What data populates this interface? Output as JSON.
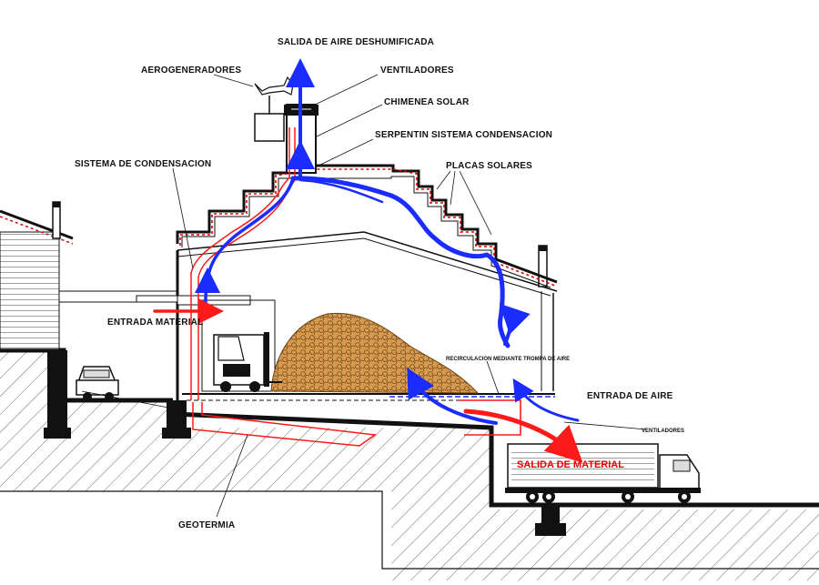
{
  "labels": {
    "salida_aire": "SALIDA DE AIRE DESHUMIFICADA",
    "aerogeneradores": "AEROGENERADORES",
    "ventiladores_top": "VENTILADORES",
    "chimenea": "CHIMENEA SOLAR",
    "serpentin": "SERPENTIN SISTEMA CONDENSACION",
    "sistema_condensacion": "SISTEMA DE CONDENSACION",
    "placas": "PLACAS SOLARES",
    "entrada_material": "ENTRADA MATERIAL",
    "entrada_aire": "ENTRADA DE AIRE",
    "recirculacion": "RECIRCULACION MEDIANTE TROMPA DE AIRE",
    "ventiladores_low": "VENTILADORES",
    "salida_material": "SALIDA DE MATERIAL",
    "geotermia": "GEOTERMIA"
  },
  "colors": {
    "air_flow": "#1a2cff",
    "heat_flow": "#ff1a1a",
    "material": "#c98a3c",
    "structure": "#111111"
  },
  "icons": {
    "wind_turbine": "wind-turbine-icon",
    "forklift": "forklift-icon",
    "truck": "truck-icon",
    "car": "car-icon"
  }
}
